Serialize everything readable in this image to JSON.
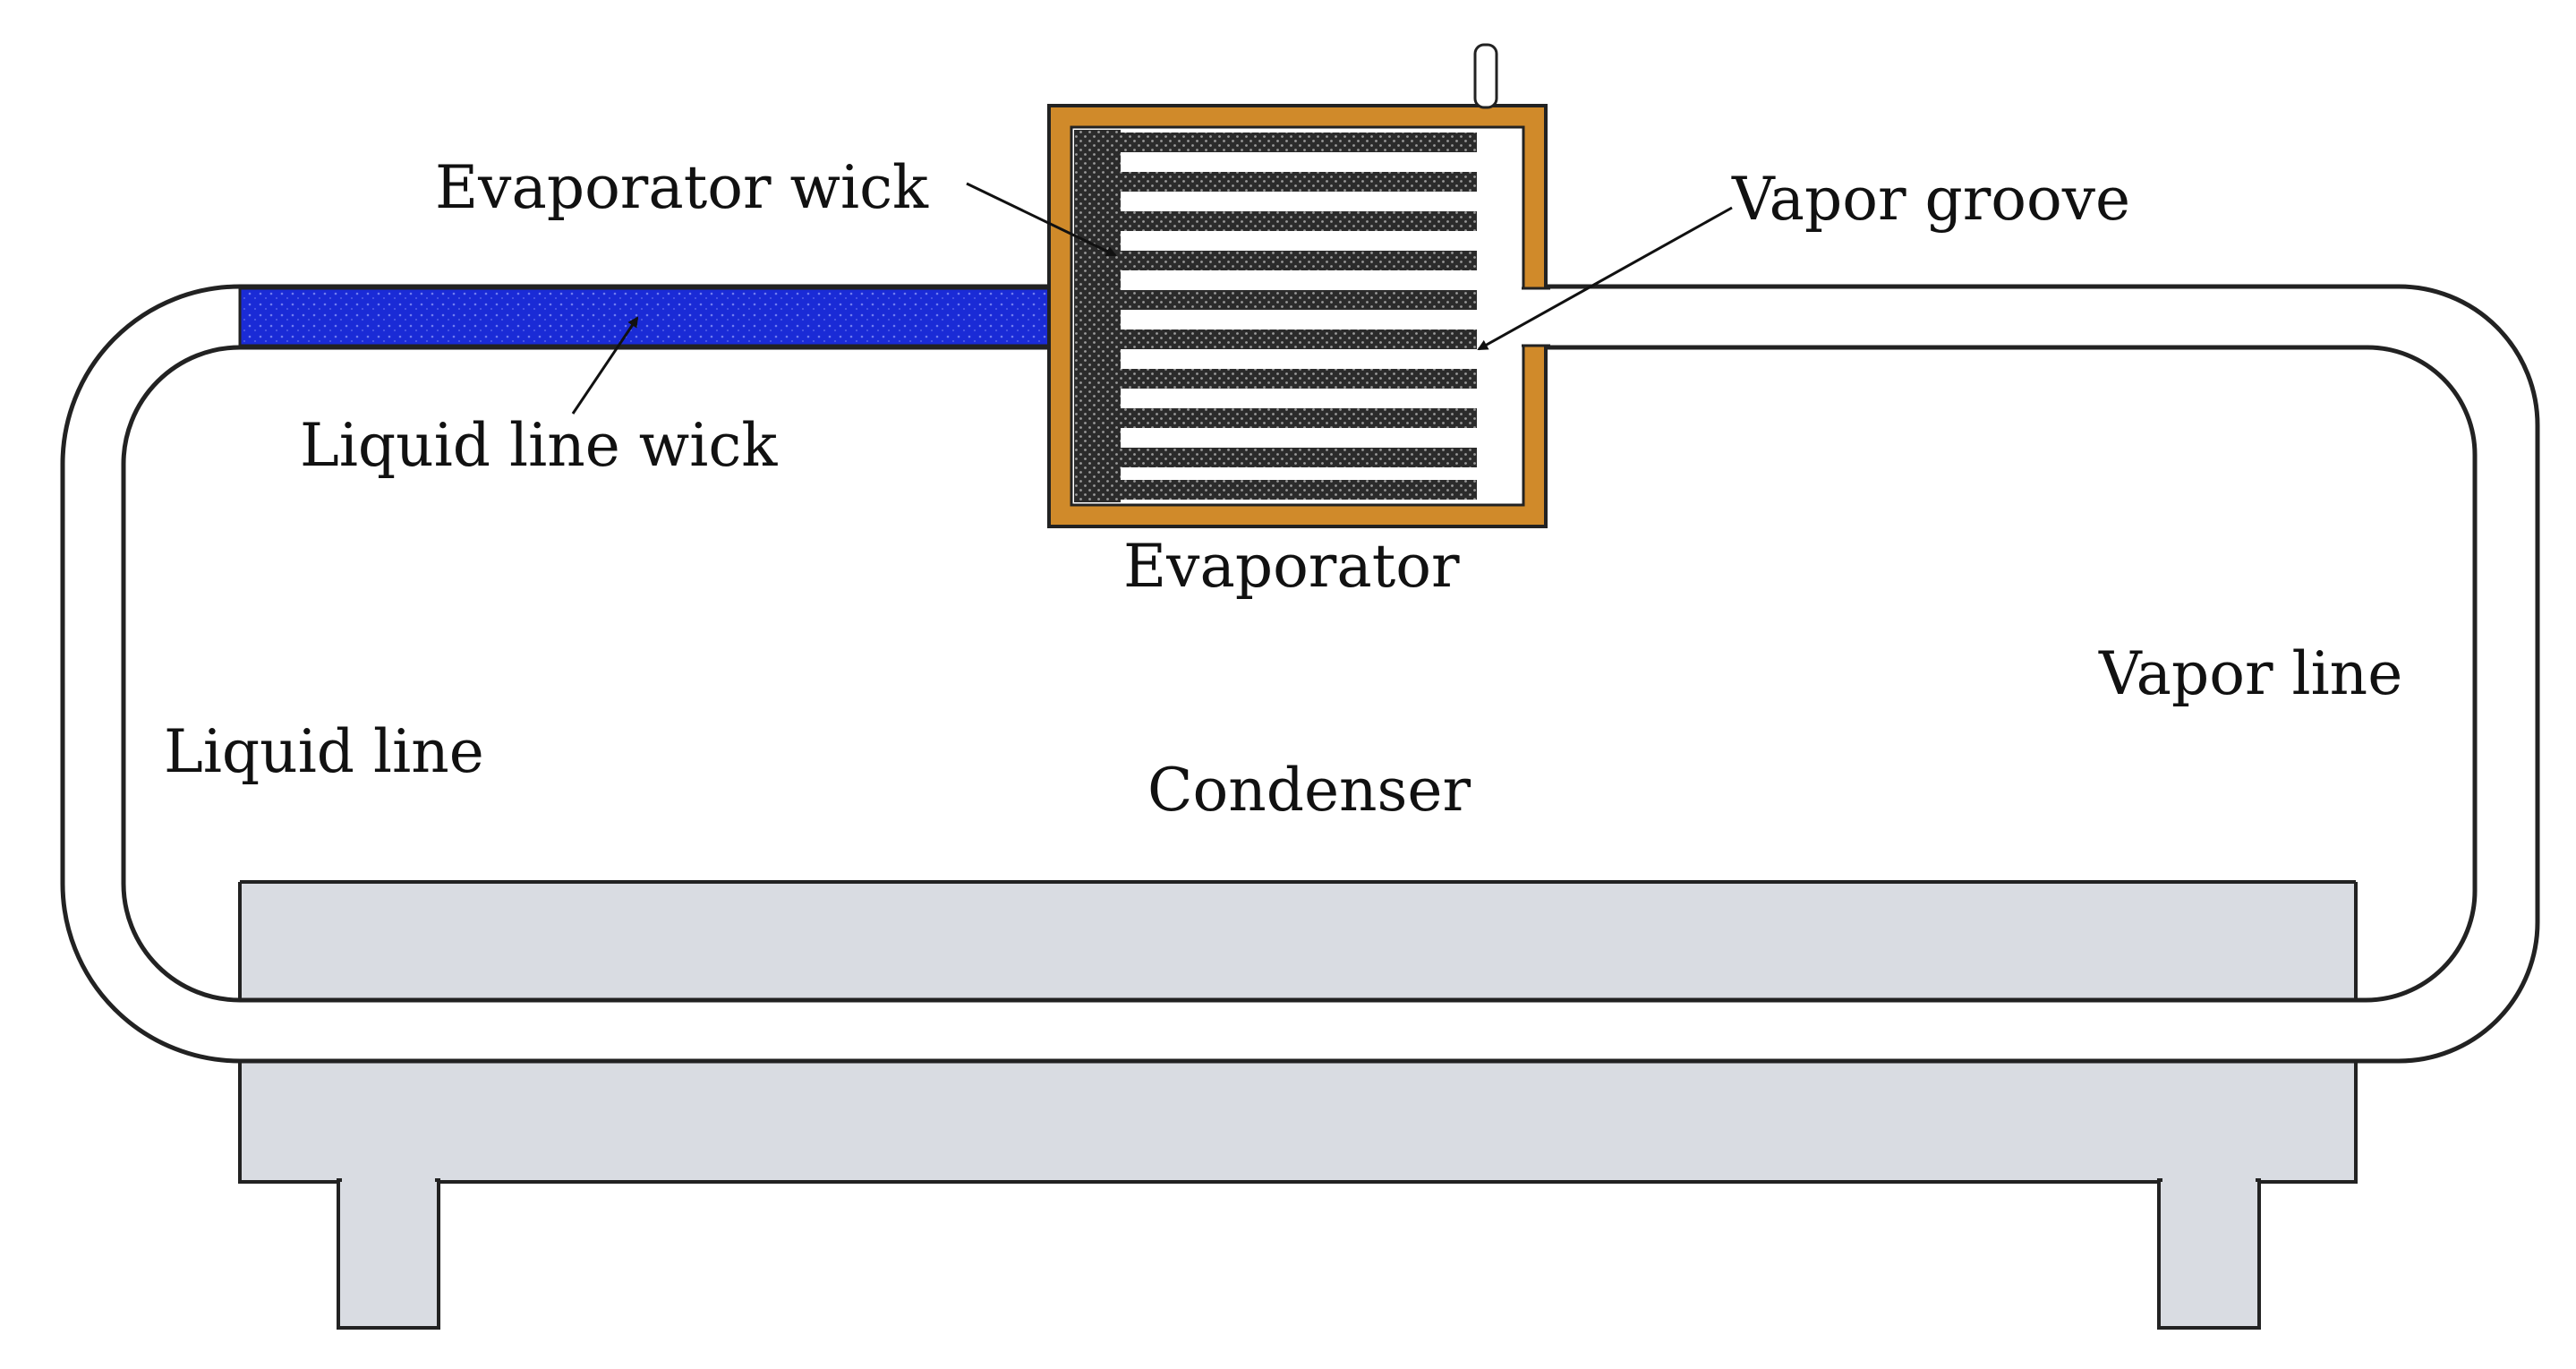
{
  "labels": {
    "evaporator_wick": "Evaporator wick",
    "vapor_groove": "Vapor groove",
    "liquid_line_wick": "Liquid line wick",
    "evaporator": "Evaporator",
    "vapor_line": "Vapor line",
    "liquid_line": "Liquid line",
    "condenser": "Condenser"
  },
  "colors": {
    "liquid_wick": "#1a2bd6",
    "evaporator_casing": "#d08a2a",
    "wick_dark": "#2b2b2b",
    "condenser_fill": "#d9dce2",
    "outline": "#222222"
  }
}
